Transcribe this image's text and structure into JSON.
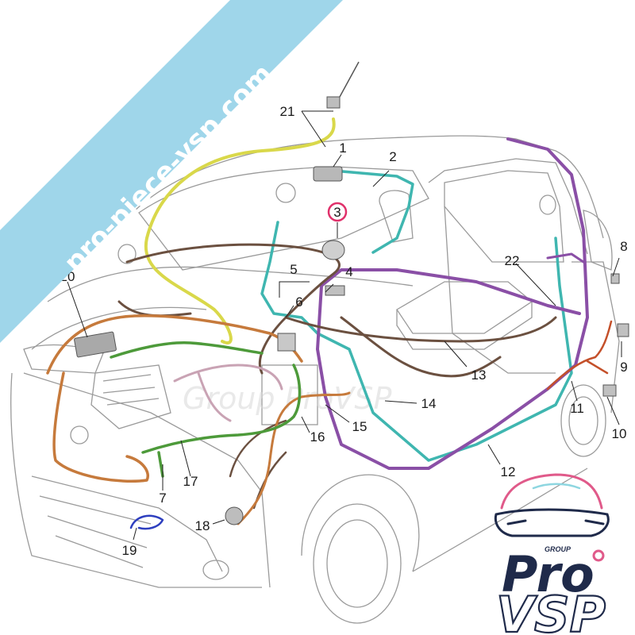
{
  "banner": {
    "text": "pro-piece-vsp.com",
    "color": "#9fd6ea"
  },
  "watermark": {
    "text": "Group ProVSP"
  },
  "callouts": [
    {
      "id": "c1",
      "label": "1"
    },
    {
      "id": "c2",
      "label": "2"
    },
    {
      "id": "c3",
      "label": "3",
      "highlighted": true
    },
    {
      "id": "c4",
      "label": "4"
    },
    {
      "id": "c5",
      "label": "5"
    },
    {
      "id": "c6",
      "label": "6"
    },
    {
      "id": "c7",
      "label": "7"
    },
    {
      "id": "c8",
      "label": "8"
    },
    {
      "id": "c9",
      "label": "9"
    },
    {
      "id": "c10",
      "label": "10"
    },
    {
      "id": "c11",
      "label": "11"
    },
    {
      "id": "c12",
      "label": "12"
    },
    {
      "id": "c13",
      "label": "13"
    },
    {
      "id": "c14",
      "label": "14"
    },
    {
      "id": "c15",
      "label": "15"
    },
    {
      "id": "c16",
      "label": "16"
    },
    {
      "id": "c17",
      "label": "17"
    },
    {
      "id": "c18",
      "label": "18"
    },
    {
      "id": "c19",
      "label": "19"
    },
    {
      "id": "c20",
      "label": "20"
    },
    {
      "id": "c21",
      "label": "21"
    },
    {
      "id": "c22",
      "label": "22"
    }
  ],
  "highlight_color": "#e0306a",
  "harness_colors": {
    "yellow": "#d9d84a",
    "teal": "#3fb6b0",
    "purple": "#8a4fa6",
    "brown": "#6b5040",
    "orange": "#c67a3c",
    "green": "#4d9a3a",
    "red": "#c4502a",
    "blue": "#2e3fbf",
    "pink": "#c9a3b4"
  },
  "logo": {
    "group": "GROUP",
    "pro": "Pro",
    "vsp": "VSP",
    "navy": "#1f2a4a",
    "pink": "#e05a8a",
    "teal": "#8ed6e0"
  }
}
